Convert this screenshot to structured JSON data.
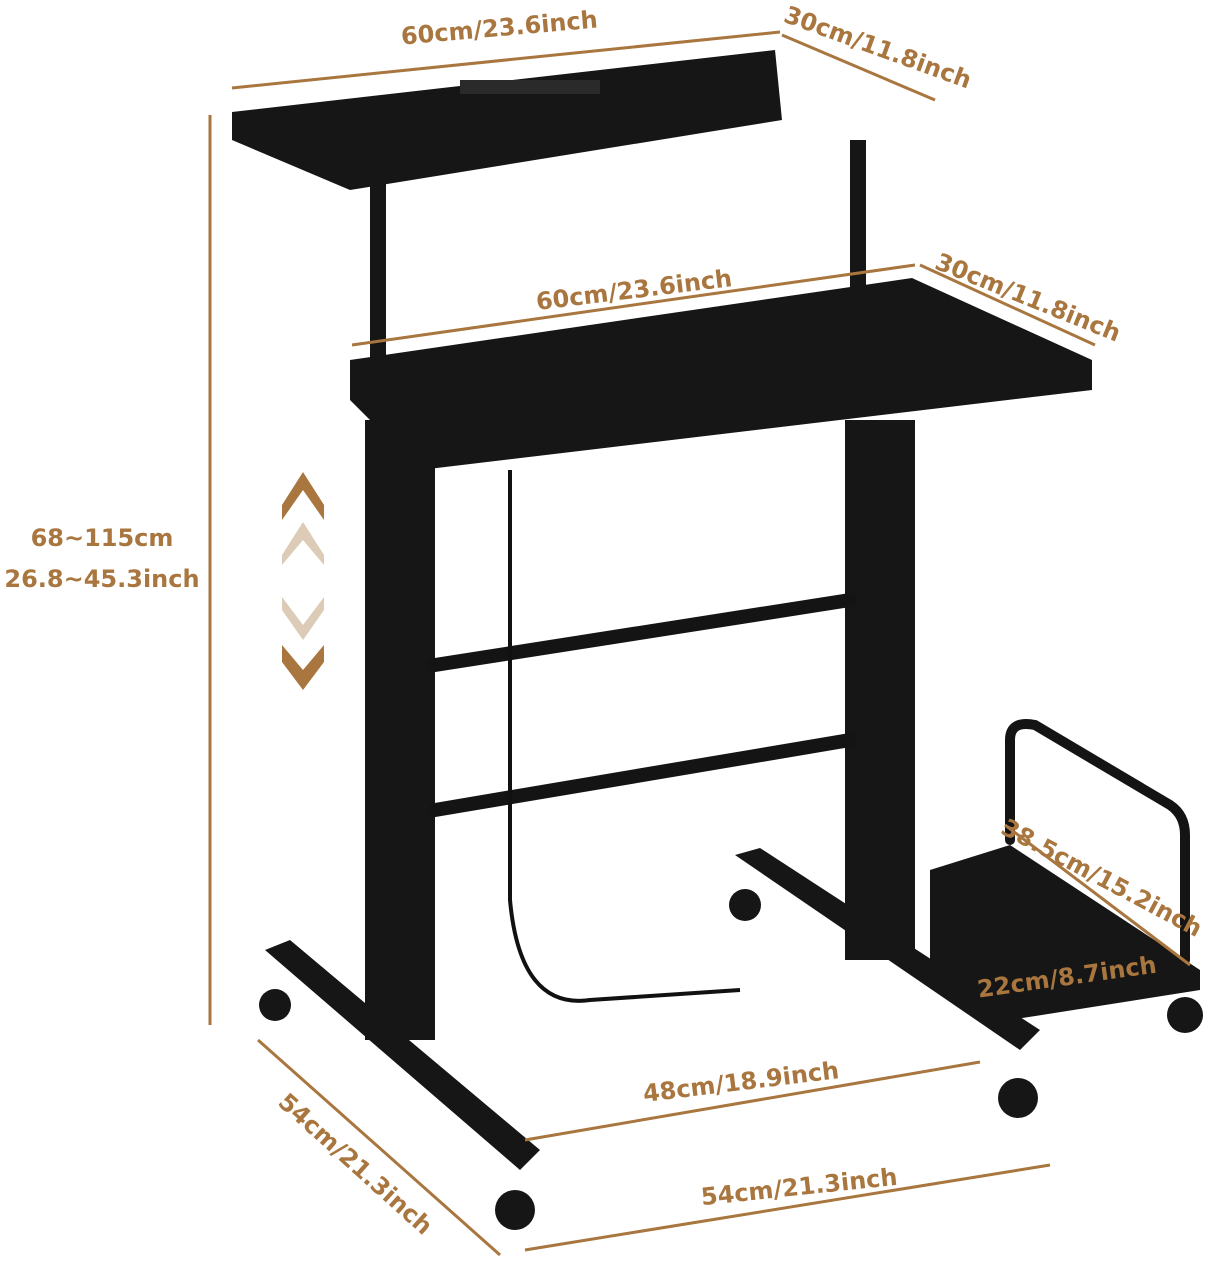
{
  "colors": {
    "accent": "#A8763E",
    "accent_light": "#DCCBB6",
    "product": "#161616",
    "background": "#FFFFFF"
  },
  "dimensions": {
    "top_shelf_width": "60cm/23.6inch",
    "top_shelf_depth": "30cm/11.8inch",
    "desk_width": "60cm/23.6inch",
    "desk_depth": "30cm/11.8inch",
    "height_cm": "68~115cm",
    "height_inch": "26.8~45.3inch",
    "cpu_stand_depth": "38.5cm/15.2inch",
    "cpu_stand_width": "22cm/8.7inch",
    "inner_base_width": "48cm/18.9inch",
    "base_width": "54cm/21.3inch",
    "base_depth": "54cm/21.3inch"
  },
  "icons": [
    "height-adjust-arrows-icon"
  ]
}
